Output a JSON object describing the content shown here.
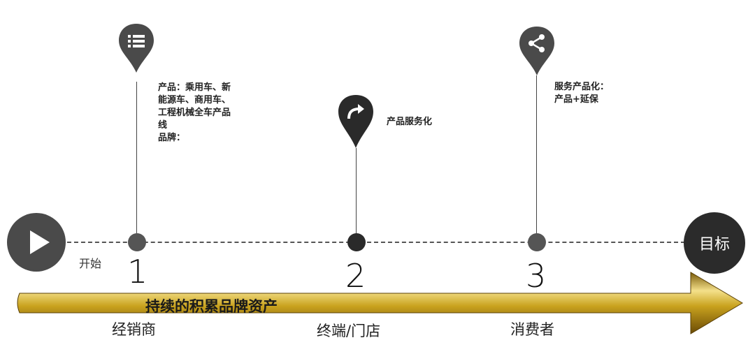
{
  "start": {
    "label": "开始"
  },
  "goal": {
    "label": "目标"
  },
  "steps": [
    {
      "number": "1",
      "icon": "list-icon",
      "desc": [
        "产品：乘用车、新",
        "能源车、商用车、",
        "工程机械全车产品",
        "线",
        "品牌："
      ],
      "stage": "经销商",
      "dot_color": "#555555",
      "pin_color": "#4a4a4a"
    },
    {
      "number": "2",
      "icon": "share-arrow-icon",
      "desc": [
        "产品服务化"
      ],
      "stage": "终端/门店",
      "dot_color": "#2a2a2a",
      "pin_color": "#2a2a2a"
    },
    {
      "number": "3",
      "icon": "share-icon",
      "desc": [
        "服务产品化：",
        "产品+延保"
      ],
      "stage": "消费者",
      "dot_color": "#555555",
      "pin_color": "#4a4a4a"
    }
  ],
  "arrow": {
    "label": "持续的积累品牌资产"
  }
}
